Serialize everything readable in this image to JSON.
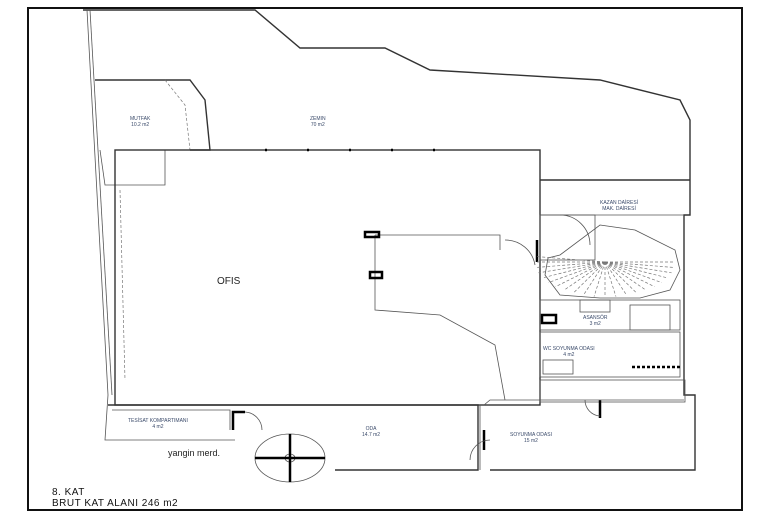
{
  "plan": {
    "rooms": {
      "mutfak": {
        "name": "MUTFAK",
        "area": "10.2 m2"
      },
      "teras": {
        "name": "ZEMIN",
        "area": "70 m2"
      },
      "kazan": {
        "name": "KAZAN DAİRESİ",
        "area": "MAK. DAİRESİ"
      },
      "ofis": {
        "name": "OFIS"
      },
      "asansor": {
        "name": "ASANSÖR",
        "area": "3 m2"
      },
      "wc": {
        "name": "WC  SOYUNMA ODASI",
        "area": "4 m2"
      },
      "tesisat": {
        "name": "TESİSAT KOMPARTIMANI",
        "area": "4 m2"
      },
      "oda": {
        "name": "ODA",
        "area": "14.7 m2"
      },
      "soyunma": {
        "name": "SOYUNMA ODASI",
        "area": "15 m2"
      },
      "yangin": {
        "name": "yangin merd."
      }
    },
    "floor": "8. KAT",
    "gross_area": "BRUT KAT ALANI  246 m2"
  }
}
